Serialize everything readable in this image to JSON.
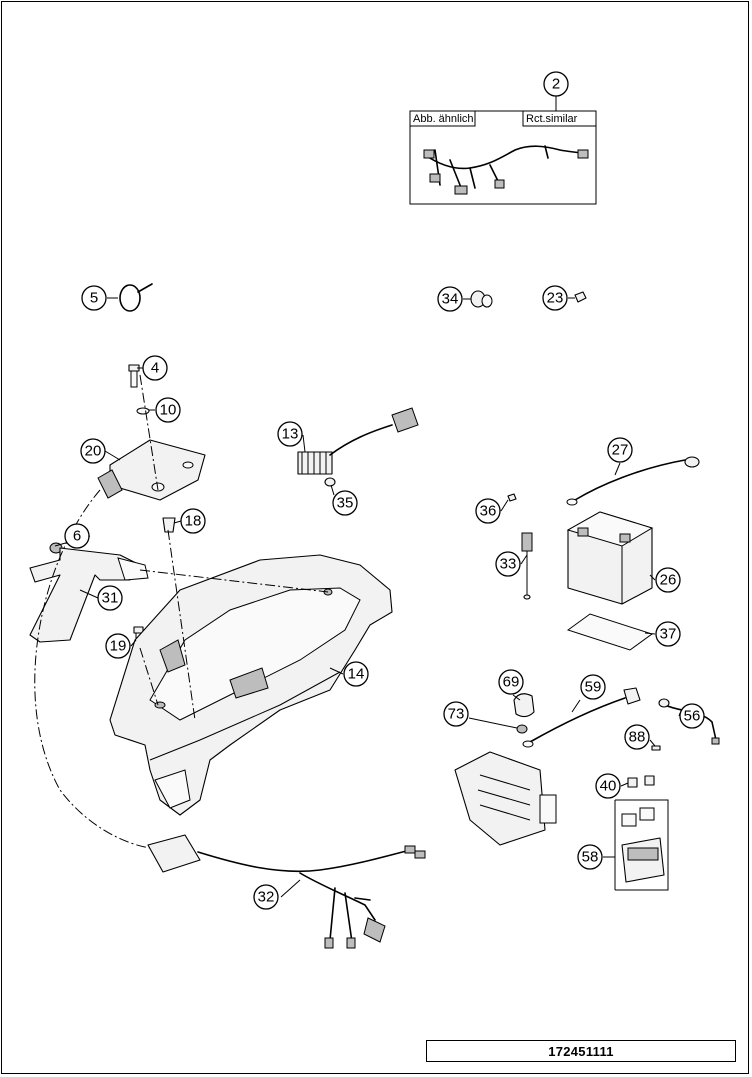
{
  "document_id": "172451111",
  "similar_note": {
    "german": "Abb. ähnlich",
    "english": "Rct.similar"
  },
  "callouts": [
    "2",
    "5",
    "34",
    "23",
    "4",
    "10",
    "20",
    "13",
    "35",
    "18",
    "27",
    "36",
    "6",
    "33",
    "26",
    "31",
    "14",
    "19",
    "37",
    "69",
    "59",
    "73",
    "56",
    "88",
    "40",
    "58",
    "32"
  ]
}
